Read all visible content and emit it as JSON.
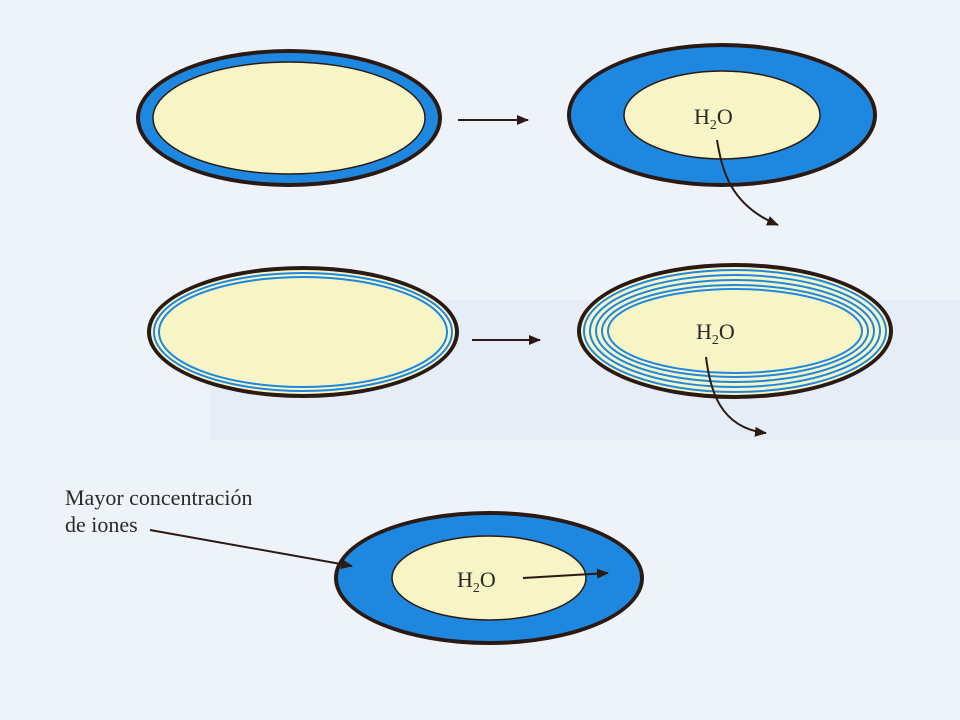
{
  "colors": {
    "background": "#eef3fa",
    "cell_fill": "#f7f4c6",
    "ion_blue": "#1e88e0",
    "outline": "#2b1a14",
    "arrow": "#2b1a14"
  },
  "molecule": {
    "main": "H",
    "subscript": "2",
    "tail": "O"
  },
  "annotation": {
    "line1": "Mayor concentración",
    "line2": "de iones"
  }
}
